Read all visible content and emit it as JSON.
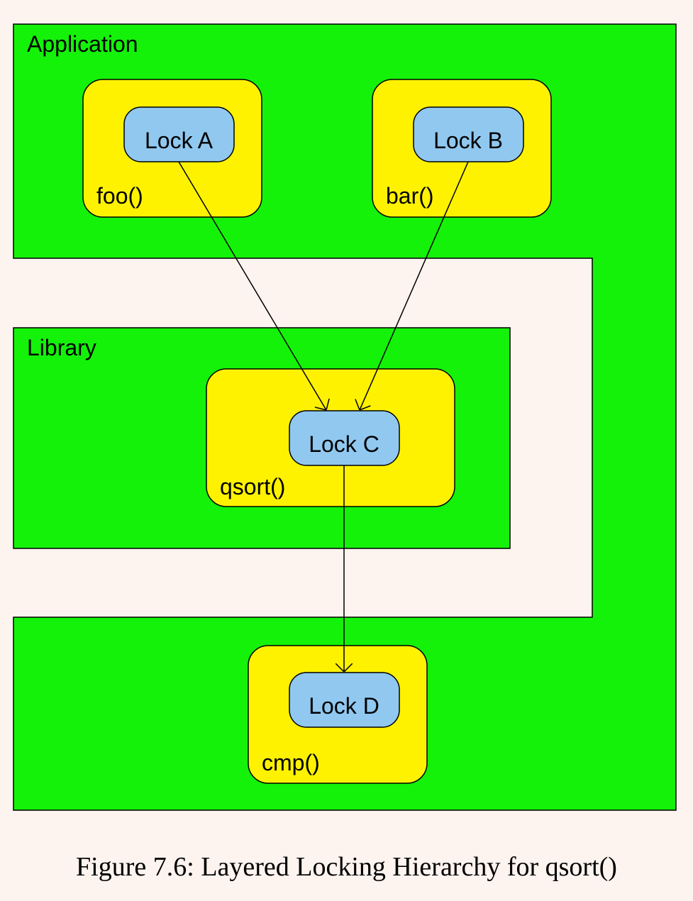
{
  "colors": {
    "background": "#fdf3ef",
    "layer": "#14f20a",
    "function_box": "#fff200",
    "lock": "#90c8f0",
    "stroke": "#000000"
  },
  "layers": {
    "application": {
      "label": "Application"
    },
    "library": {
      "label": "Library"
    }
  },
  "functions": {
    "foo": "foo()",
    "bar": "bar()",
    "qsort": "qsort()",
    "cmp": "cmp()"
  },
  "locks": {
    "a": "Lock A",
    "b": "Lock B",
    "c": "Lock C",
    "d": "Lock D"
  },
  "edges": [
    {
      "from": "Lock A",
      "to": "Lock C"
    },
    {
      "from": "Lock B",
      "to": "Lock C"
    },
    {
      "from": "Lock C",
      "to": "Lock D"
    }
  ],
  "caption": "Figure 7.6: Layered Locking Hierarchy for qsort()"
}
